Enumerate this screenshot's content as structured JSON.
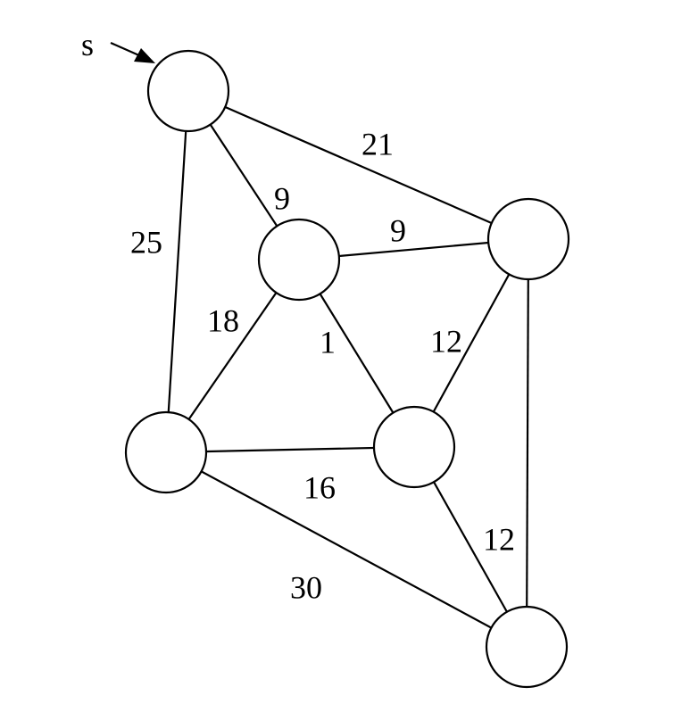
{
  "diagram": {
    "start_label": "s",
    "nodes": [
      {
        "id": "n1",
        "label": ""
      },
      {
        "id": "n2",
        "label": ""
      },
      {
        "id": "n3",
        "label": ""
      },
      {
        "id": "n4",
        "label": ""
      },
      {
        "id": "n5",
        "label": ""
      },
      {
        "id": "n6",
        "label": ""
      }
    ],
    "edges": [
      {
        "from": "n1",
        "to": "n3",
        "weight": "21"
      },
      {
        "from": "n1",
        "to": "n2",
        "weight": "9"
      },
      {
        "from": "n1",
        "to": "n4",
        "weight": "25"
      },
      {
        "from": "n2",
        "to": "n3",
        "weight": "9"
      },
      {
        "from": "n2",
        "to": "n4",
        "weight": "18"
      },
      {
        "from": "n2",
        "to": "n5",
        "weight": "1"
      },
      {
        "from": "n3",
        "to": "n5",
        "weight": "12"
      },
      {
        "from": "n3",
        "to": "n6",
        "weight": ""
      },
      {
        "from": "n4",
        "to": "n5",
        "weight": "16"
      },
      {
        "from": "n4",
        "to": "n6",
        "weight": "30"
      },
      {
        "from": "n5",
        "to": "n6",
        "weight": "12"
      }
    ]
  }
}
